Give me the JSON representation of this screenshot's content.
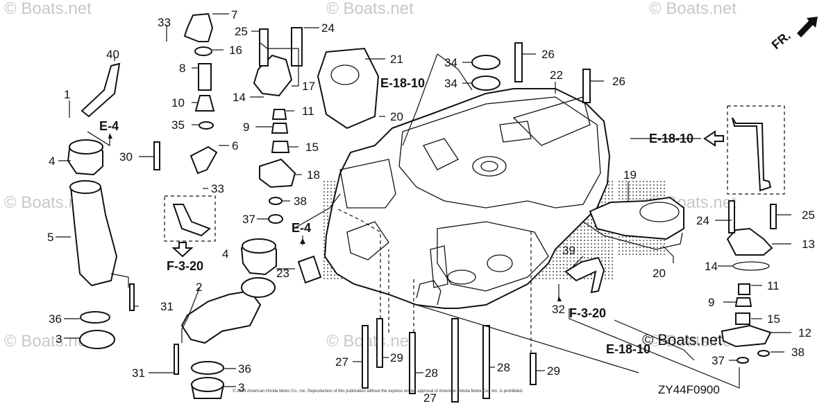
{
  "watermarks": [
    "© Boats.net",
    "© Boats.net",
    "© Boats.net",
    "© Boats.net",
    "© Boats.net",
    "© Boats.net",
    "© Boats.net",
    "© Boats.net"
  ],
  "copyright_text": "© Boats.net",
  "diagram_code": "ZY44F0900",
  "fine_print": "© 2014 American Honda Motor Co., Inc. Reproduction of this publication without the express written approval of American Honda Motor Co., Inc. is prohibited.",
  "orientation_label": "FR.",
  "references": {
    "e4_top": "E-4",
    "e4_mid": "E-4",
    "f320_left": "F-3-20",
    "f320_right": "F-3-20",
    "e1810_top": "E-18-10",
    "e1810_right": "E-18-10",
    "e1810_bottom": "E-18-10"
  },
  "part_numbers": {
    "p1": "1",
    "p2": "2",
    "p3a": "3",
    "p3b": "3",
    "p4a": "4",
    "p4b": "4",
    "p5": "5",
    "p6": "6",
    "p7": "7",
    "p8": "8",
    "p9a": "9",
    "p9b": "9",
    "p10": "10",
    "p11a": "11",
    "p11b": "11",
    "p12": "12",
    "p13": "13",
    "p14a": "14",
    "p14b": "14",
    "p15a": "15",
    "p15b": "15",
    "p16": "16",
    "p17": "17",
    "p18": "18",
    "p19": "19",
    "p20a": "20",
    "p20b": "20",
    "p21": "21",
    "p22": "22",
    "p23": "23",
    "p24a": "24",
    "p24b": "24",
    "p25a": "25",
    "p25b": "25",
    "p26a": "26",
    "p26b": "26",
    "p27a": "27",
    "p27b": "27",
    "p28a": "28",
    "p28b": "28",
    "p29a": "29",
    "p29b": "29",
    "p30": "30",
    "p31a": "31",
    "p31b": "31",
    "p32": "32",
    "p33a": "33",
    "p33b": "33",
    "p34a": "34",
    "p34b": "34",
    "p35": "35",
    "p36a": "36",
    "p36b": "36",
    "p37a": "37",
    "p37b": "37",
    "p38a": "38",
    "p38b": "38",
    "p39": "39",
    "p40": "40"
  }
}
